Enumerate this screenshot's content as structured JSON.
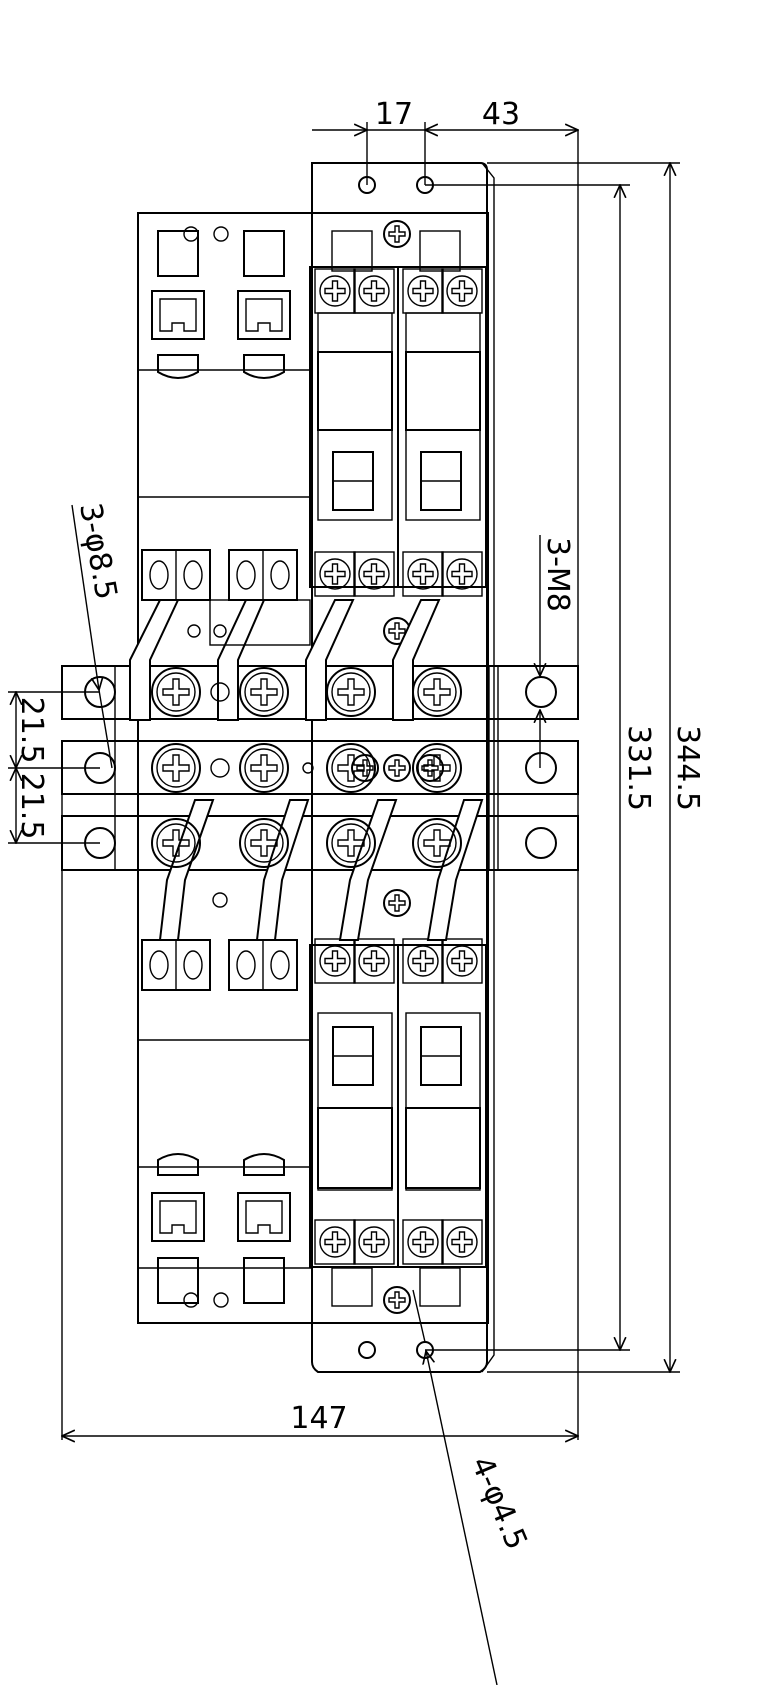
{
  "dimensions": {
    "top_17": "17",
    "top_43": "43",
    "right_344_5": "344.5",
    "right_331_5": "331.5",
    "bottom_147": "147",
    "left_21_5_a": "21.5",
    "left_21_5_b": "21.5"
  },
  "callouts": {
    "holes_main": "3-φ8.5",
    "studs": "3-M8",
    "holes_mount": "4-φ4.5"
  }
}
